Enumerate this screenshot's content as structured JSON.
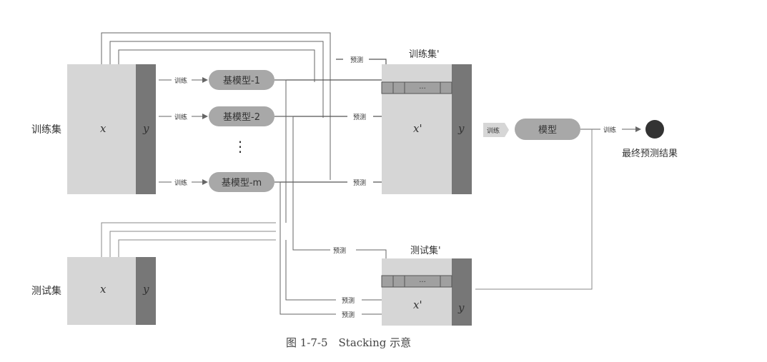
{
  "train_set": {
    "label": "训练集",
    "x": "x",
    "y": "y"
  },
  "test_set": {
    "label": "测试集",
    "x": "x",
    "y": "y"
  },
  "base_models": [
    {
      "label": "基模型-1"
    },
    {
      "label": "基模型-2"
    },
    {
      "label": "基模型-m"
    }
  ],
  "ellipsis": "⋮",
  "new_train_set": {
    "label": "训练集'",
    "x": "x'",
    "y": "y",
    "cell_dots": "···"
  },
  "new_test_set": {
    "label": "测试集'",
    "x": "x'",
    "y": "y",
    "cell_dots": "···"
  },
  "meta_model": {
    "label": "模型"
  },
  "arrows": {
    "train": "训练",
    "predict": "预测"
  },
  "result": {
    "label": "最终预测结果"
  },
  "caption": "图 1-7-5　Stacking 示意",
  "colors": {
    "block_light": "#d6d6d6",
    "block_dark": "#777777",
    "model_pill": "#a8a8a8",
    "line": "#555555",
    "result_dot": "#333333"
  }
}
